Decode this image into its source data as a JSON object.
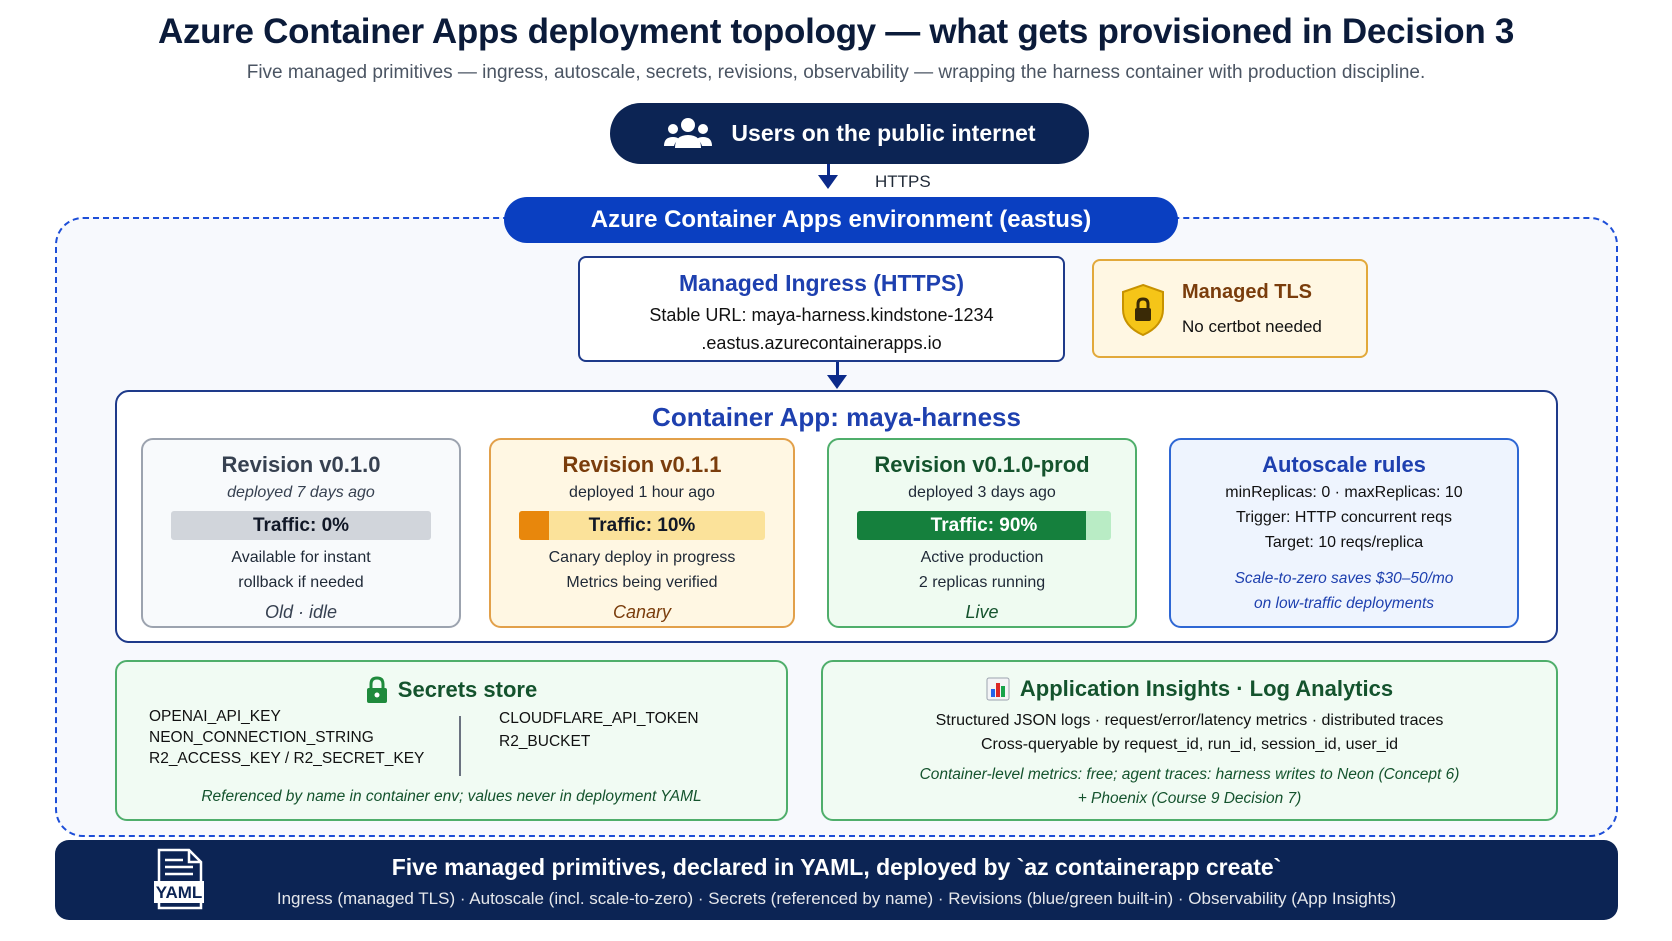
{
  "header": {
    "title": "Azure Container Apps deployment topology — what gets provisioned in Decision 3",
    "subtitle": "Five managed primitives — ingress, autoscale, secrets, revisions, observability — wrapping the harness container with production discipline."
  },
  "users": {
    "label": "Users on the public internet",
    "icon": "users-icon"
  },
  "https_label": "HTTPS",
  "environment": {
    "label": "Azure Container Apps environment (eastus)"
  },
  "ingress": {
    "title": "Managed Ingress (HTTPS)",
    "url_line1": "Stable URL: maya-harness.kindstone-1234",
    "url_line2": ".eastus.azurecontainerapps.io"
  },
  "tls": {
    "title": "Managed TLS",
    "subtitle": "No certbot needed",
    "icon": "shield-lock-icon"
  },
  "container_app": {
    "title": "Container App: maya-harness",
    "revisions": [
      {
        "title": "Revision v0.1.0",
        "deployed": "deployed 7 days ago",
        "traffic_label": "Traffic: 0%",
        "traffic_fraction": 0.0,
        "line1": "Available for instant",
        "line2": "rollback if needed",
        "footer": "Old · idle",
        "colors": {
          "title": "#374151",
          "bar_bg": "#d1d5db",
          "bar_fill": "#9ca3af",
          "bar_text": "#111827",
          "footer": "#374151"
        }
      },
      {
        "title": "Revision v0.1.1",
        "deployed": "deployed 1 hour ago",
        "traffic_label": "Traffic: 10%",
        "traffic_fraction": 0.1,
        "line1": "Canary deploy in progress",
        "line2": "Metrics being verified",
        "footer": "Canary",
        "colors": {
          "title": "#7a3d0c",
          "bar_bg": "#fbe29a",
          "bar_fill": "#e8870c",
          "bar_text": "#111827",
          "footer": "#7a3d0c"
        }
      },
      {
        "title": "Revision v0.1.0-prod",
        "deployed": "deployed 3 days ago",
        "traffic_label": "Traffic: 90%",
        "traffic_fraction": 0.9,
        "line1": "Active production",
        "line2": "2 replicas running",
        "footer": "Live",
        "colors": {
          "title": "#14532d",
          "bar_bg": "#b9ecc5",
          "bar_fill": "#15803d",
          "bar_text": "#ffffff",
          "footer": "#14532d"
        }
      }
    ]
  },
  "autoscale": {
    "title": "Autoscale rules",
    "line1": "minReplicas: 0 · maxReplicas: 10",
    "line2": "Trigger: HTTP concurrent reqs",
    "line3": "Target: 10 reqs/replica",
    "note1": "Scale-to-zero saves $30–50/mo",
    "note2": "on low-traffic deployments"
  },
  "secrets": {
    "title": "Secrets store",
    "left": [
      "OPENAI_API_KEY",
      "NEON_CONNECTION_STRING",
      "R2_ACCESS_KEY / R2_SECRET_KEY"
    ],
    "right": [
      "CLOUDFLARE_API_TOKEN",
      "R2_BUCKET"
    ],
    "footer": "Referenced by name in container env; values never in deployment YAML"
  },
  "insights": {
    "title": "Application Insights · Log Analytics",
    "line1": "Structured JSON logs · request/error/latency metrics · distributed traces",
    "line2": "Cross-queryable by request_id, run_id, session_id, user_id",
    "line3": "Container-level metrics: free; agent traces: harness writes to Neon (Concept 6)",
    "line4": "+ Phoenix (Course 9 Decision 7)"
  },
  "footer": {
    "title": "Five managed primitives, declared in YAML, deployed by `az containerapp create`",
    "subtitle": "Ingress (managed TLS) · Autoscale (incl. scale-to-zero) · Secrets (referenced by name) · Revisions (blue/green built-in) · Observability (App Insights)",
    "icon_text": "YAML"
  },
  "colors": {
    "navy": "#0c2454",
    "blue": "#0a3fc1",
    "accent_blue": "#1e40af",
    "green": "#4fae6b",
    "amber": "#e2a93b"
  }
}
